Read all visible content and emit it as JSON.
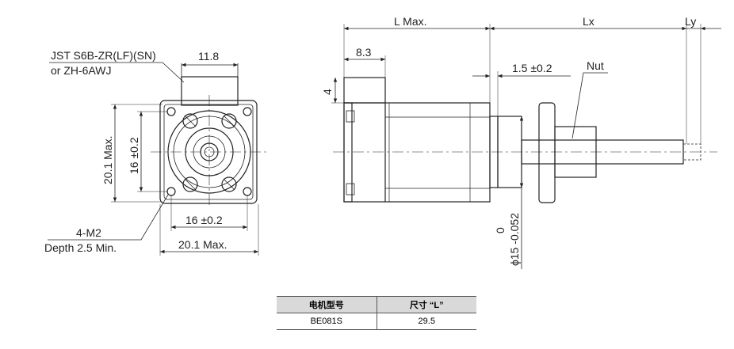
{
  "front_view": {
    "connector_label_line1": "JST S6B-ZR(LF)(SN)",
    "connector_label_line2": "or ZH-6AWJ",
    "connector_width": "11.8",
    "height_max": "20.1 Max.",
    "hole_spacing_v": "16 ±0.2",
    "hole_spacing_h": "16 ±0.2",
    "width_max": "20.1 Max.",
    "screw_label_line1": "4-M2",
    "screw_label_line2": "Depth 2.5 Min."
  },
  "side_view": {
    "length_max": "L Max.",
    "lead_length": "Lx",
    "tail_length": "Ly",
    "rear_cap": "8.3",
    "boss_depth": "1.5 ±0.2",
    "tab_height": "4",
    "nut_label": "Nut",
    "boss_tol": "0\n-0.052",
    "boss_dia_tol_upper": "0",
    "boss_dia": "ϕ15 -0.052"
  },
  "table": {
    "headers": [
      "电机型号",
      "尺寸 “L”"
    ],
    "rows": [
      [
        "BE081S",
        "29.5"
      ]
    ]
  }
}
